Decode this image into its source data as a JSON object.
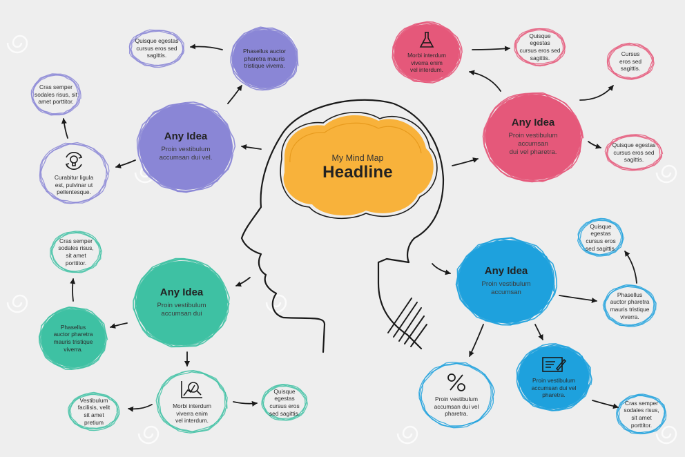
{
  "headline": {
    "subtitle": "My Mind Map",
    "title": "Headline"
  },
  "colors": {
    "purple": "#8a86d6",
    "pink": "#e5587a",
    "teal": "#3ec1a3",
    "blue": "#1ea1dd",
    "orange": "#f8b23b",
    "ink": "#1a1a1a",
    "background": "#eeeeee"
  },
  "purple": {
    "main": {
      "title": "Any Idea",
      "body": "Proin vestibulum\naccumsan dui vel."
    },
    "filled": {
      "body": "Phasellus auctor\npharetra mauris\ntristique viverra."
    },
    "top_left": {
      "body": "Quisque egestas\ncursus eros sed\nsagittis."
    },
    "left": {
      "body": "Cras semper\nsodales risus, sit\namet porttitor."
    },
    "icon_node": {
      "icon": "lightbulb-cycle-icon",
      "body": "Curabitur ligula\nest, pulvinar ut\npellentesque."
    }
  },
  "pink": {
    "main": {
      "title": "Any Idea",
      "body": "Proin vestibulum\naccumsan\ndui vel pharetra."
    },
    "icon_filled": {
      "icon": "flask-icon",
      "body": "Morbi interdum\nviverra enim\nvel interdum."
    },
    "top": {
      "body": "Quisque\negestas\ncursus eros sed\nsagittis."
    },
    "right": {
      "body": "Cursus\neros sed\nsagittis."
    },
    "bottom": {
      "body": "Quisque egestas\ncursus eros sed\nsagittis."
    }
  },
  "teal": {
    "main": {
      "title": "Any Idea",
      "body": "Proin vestibulum\naccumsan dui"
    },
    "filled": {
      "body": "Phasellus\nauctor pharetra\nmauris tristique\nviverra."
    },
    "top": {
      "body": "Cras semper\nsodales risus,\nsit amet\nporttitor."
    },
    "icon_node": {
      "icon": "chart-magnifier-icon",
      "body": "Morbi interdum\nviverra enim\nvel interdum."
    },
    "bottom_left": {
      "body": "Vestibulum\nfacilisis, velit\nsit amet\npretium"
    },
    "bottom_right": {
      "body": "Quisque\negestas\ncursus eros\nsed sagittis."
    }
  },
  "blue": {
    "main": {
      "title": "Any Idea",
      "body": "Proin vestibulum\naccumsan"
    },
    "top": {
      "body": "Quisque\negestas\ncursus eros\nsed sagittis."
    },
    "right": {
      "body": "Phasellus\nauctor pharetra\nmauris tristique\nviverra."
    },
    "icon_node": {
      "icon": "percent-icon",
      "body": "Proin vestibulum\naccumsan dui vel\npharetra."
    },
    "icon_filled": {
      "icon": "document-pen-icon",
      "body": "Proin vestibulum\naccumsan dui vel\npharetra."
    },
    "bottom_right": {
      "body": "Cras semper\nsodales risus,\nsit amet\nporttitor."
    }
  }
}
